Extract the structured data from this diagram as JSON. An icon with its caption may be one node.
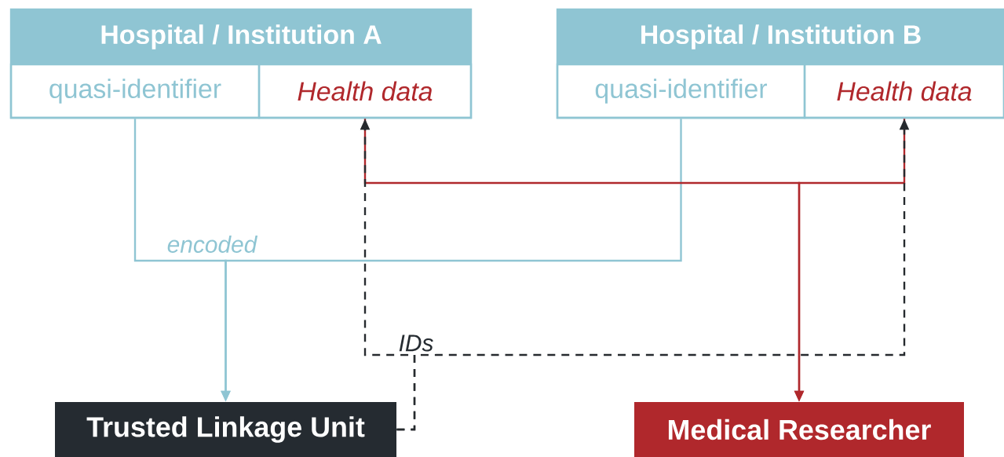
{
  "diagram": {
    "nodes": [
      {
        "text": [
          "Hospital / Institution A"
        ]
      },
      {
        "text": [
          "quasi-identifier"
        ],
        "in": 0
      },
      {
        "text": [
          "Health data"
        ],
        "in": 0
      },
      {
        "text": [
          "Hospital / Institution B"
        ]
      },
      {
        "text": [
          "quasi-identifier"
        ],
        "in": 3
      },
      {
        "text": [
          "Health data"
        ],
        "in": 3
      },
      {
        "text": [
          "Trusted Linkage Unit"
        ]
      },
      {
        "text": [
          "Medical Researcher"
        ]
      }
    ],
    "edges": [
      {
        "from": 1,
        "to": 6,
        "arrow": "to",
        "label": "encoded",
        "color": "#8fc5d3"
      },
      {
        "from": 4,
        "to": 6,
        "arrow": "to",
        "color": "#8fc5d3"
      },
      {
        "from": 2,
        "to": 7,
        "arrow": "to",
        "color": "#b0282c"
      },
      {
        "from": 5,
        "to": 7,
        "arrow": "to",
        "color": "#b0282c"
      },
      {
        "from": 6,
        "to": 2,
        "arrow": "to",
        "style": "dashed",
        "label": "IDs",
        "color": "#262a2e"
      },
      {
        "from": 6,
        "to": 5,
        "arrow": "to",
        "style": "dashed",
        "color": "#262a2e"
      }
    ]
  }
}
